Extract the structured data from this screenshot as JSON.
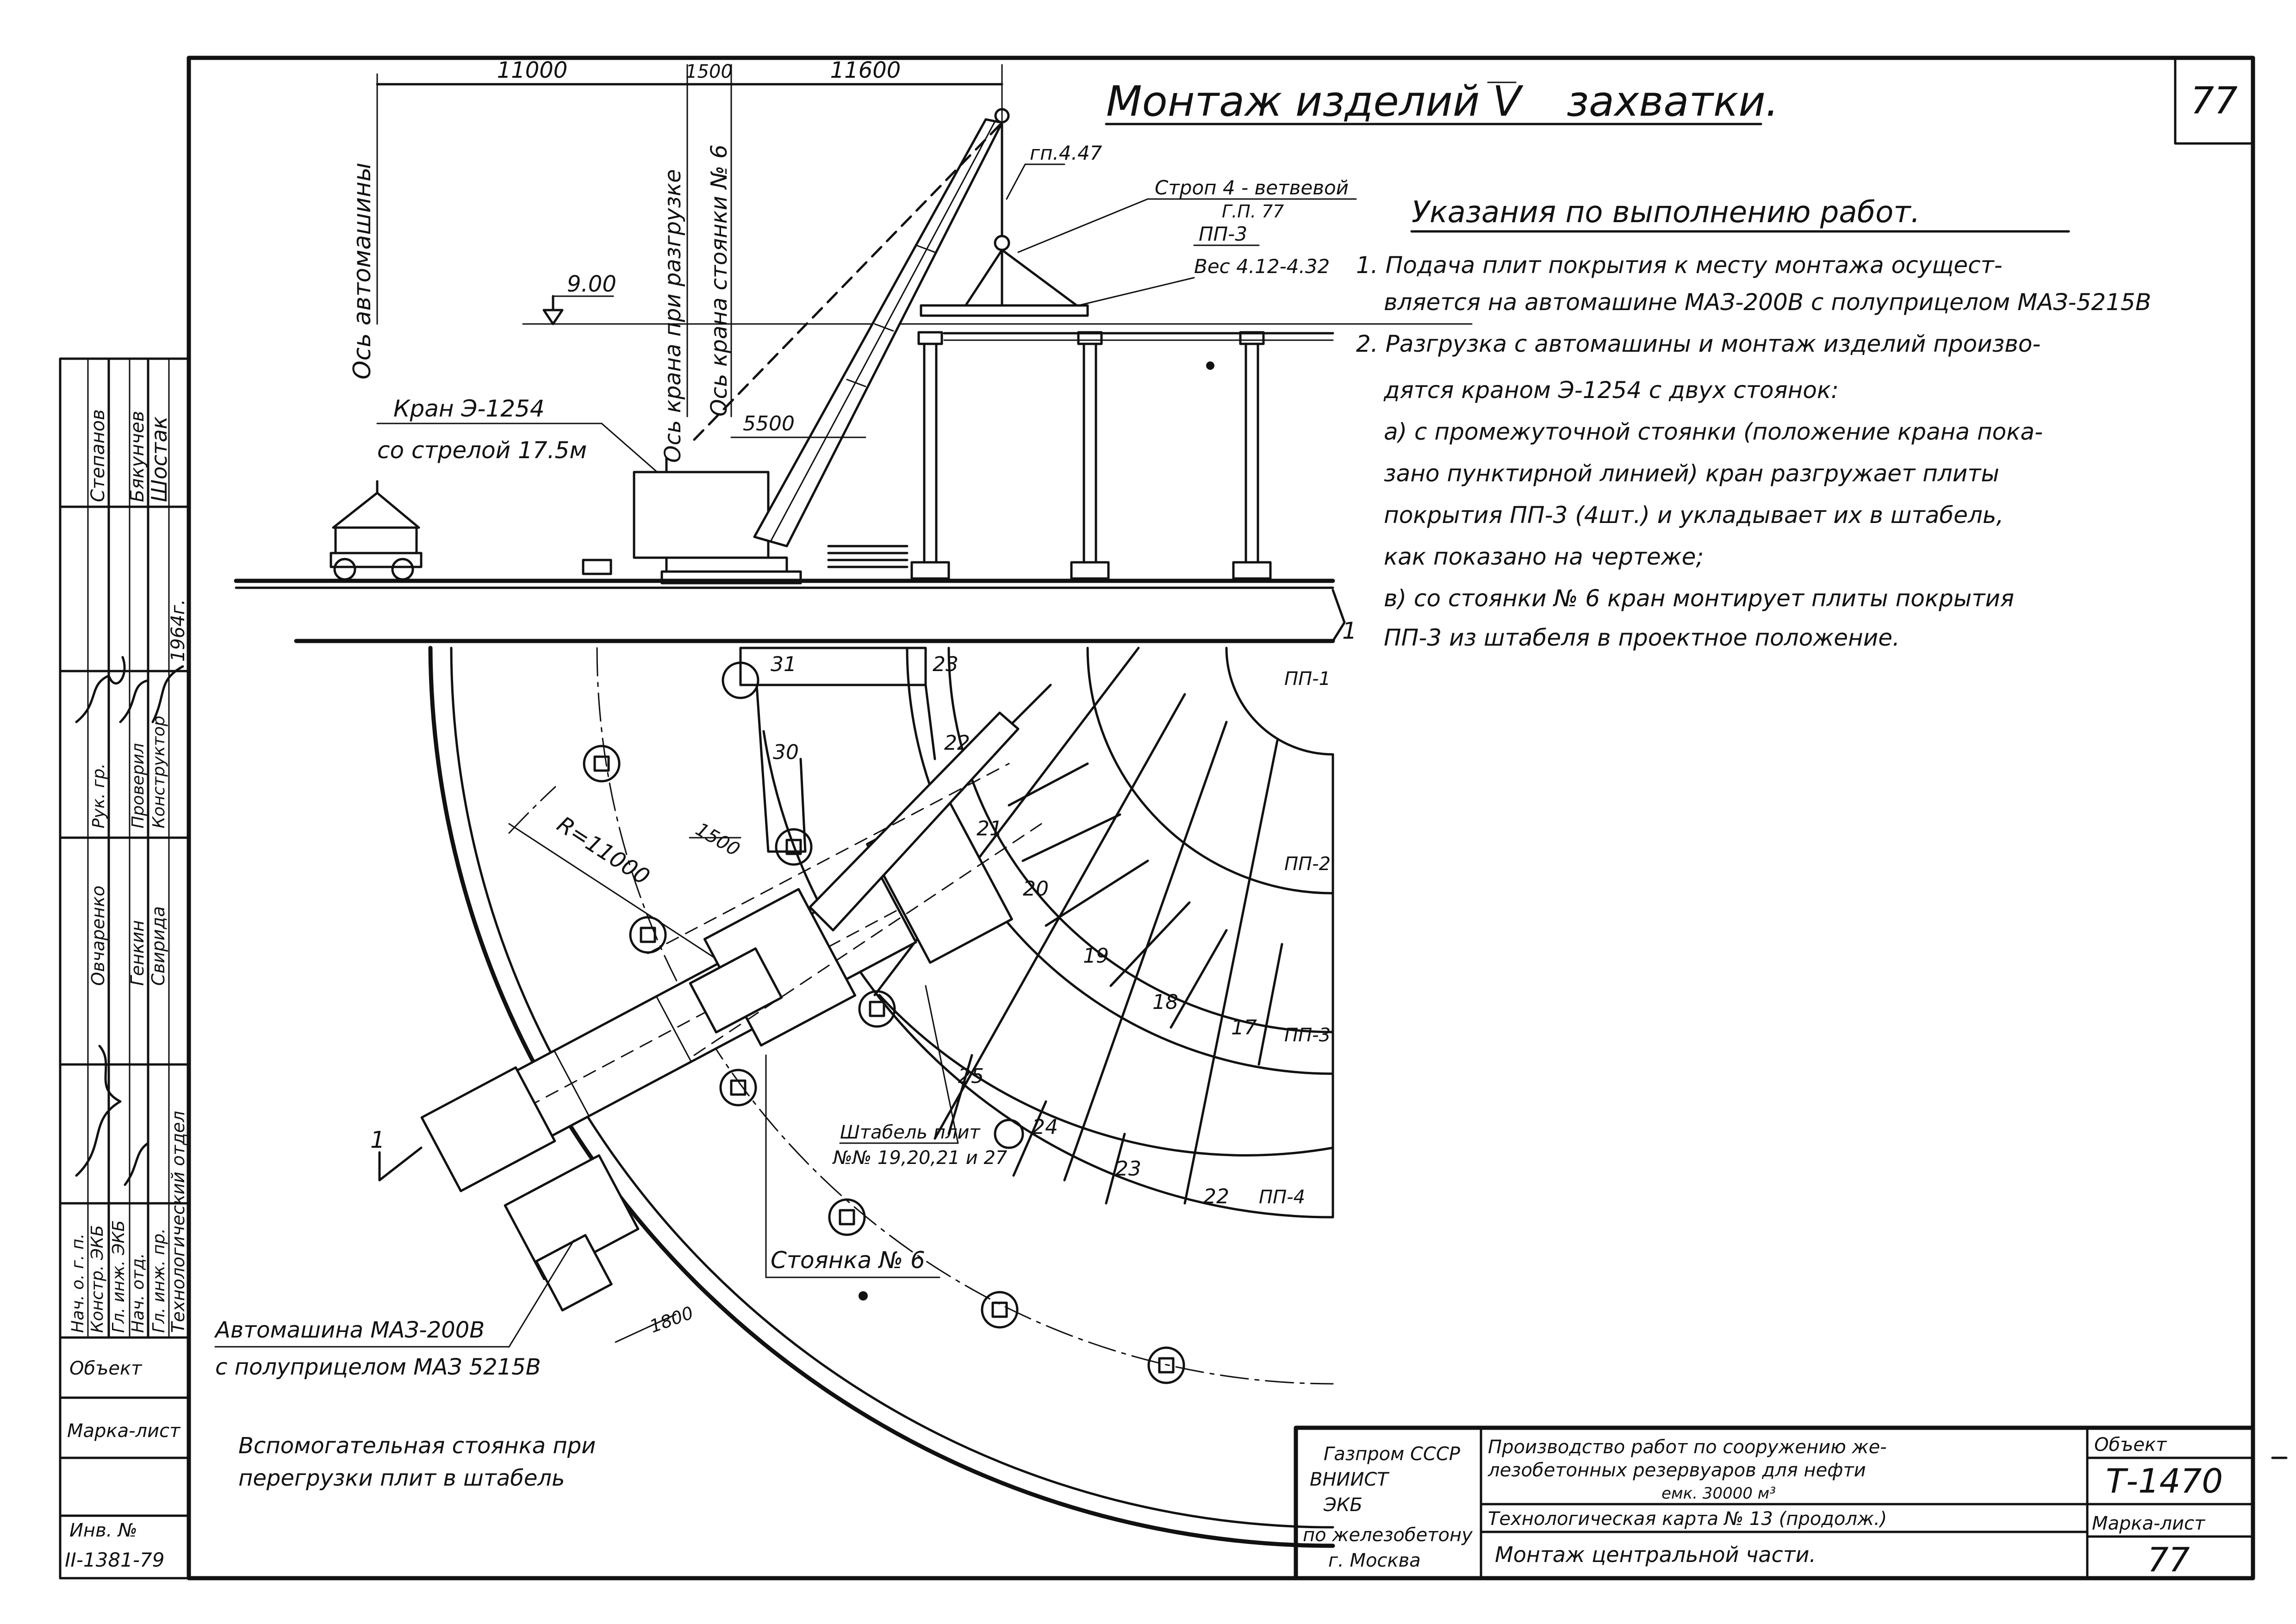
{
  "sheet": {
    "page_number": "77",
    "title": "Монтаж изделий",
    "title_roman": "V",
    "title_end": "захватки."
  },
  "elevation": {
    "dims": [
      "11000",
      "1500",
      "11600"
    ],
    "dim_5500": "5500",
    "level": "9.00",
    "axis_truck": "Ось автомашины",
    "axis_unload": "Ось крана при разгрузке",
    "axis_stand": "Ось крана стоянки № 6",
    "crane_line1": "Кран Э-1254",
    "crane_line2": "со стрелой 17.5м",
    "gp447": "гп.4.47",
    "sling": "Строп 4 - ветвевой",
    "gp77": "Г.П. 77",
    "pp3": "ПП-3",
    "weight": "Вес 4.12-4.32"
  },
  "notes": {
    "heading": "Указания по выполнению работ.",
    "lines": [
      "1. Подача плит покрытия к месту монтажа осущест-",
      "вляется на автомашине МАЗ-200В с полуприцелом МАЗ-5215В",
      "2. Разгрузка с автомашины и монтаж изделий произво-",
      "дятся краном Э-1254 с двух стоянок:",
      "а) с промежуточной стоянки (положение крана пока-",
      "зано пунктирной линией) кран разгружает плиты",
      "покрытия ПП-3 (4шт.) и укладывает их в штабель,",
      "как показано на чертеже;",
      "в) со стоянки № 6 кран монтирует плиты покрытия",
      "ПП-3 из штабеля в проектное положение."
    ]
  },
  "plan": {
    "radius": "R=11000",
    "dim_1500": "1500",
    "dim_1800": "1800",
    "rings": [
      "ПП-1",
      "ПП-2",
      "ПП-3",
      "ПП-4"
    ],
    "slab_numbers": [
      "31",
      "30",
      "23",
      "22",
      "21",
      "20",
      "19",
      "18",
      "17",
      "25",
      "24",
      "23",
      "22"
    ],
    "stack_label_1": "Штабель плит",
    "stack_label_2": "№№ 19,20,21 и 27",
    "stand_label": "Стоянка № 6",
    "truck_label_1": "Автомашина МАЗ-200В",
    "truck_label_2": "с полуприцелом МАЗ 5215В",
    "aux_label_1": "Вспомогательная стоянка при",
    "aux_label_2": "перегрузки плит в штабель",
    "section_mark": "1"
  },
  "side_stamp": {
    "roles": [
      "Нач. о. г. п.",
      "Констр. ЭКБ",
      "Гл. инж. ЭКБ",
      "Нач. отд.",
      "Гл. инж. пр."
    ],
    "names1": [
      "Овчаренко",
      "Генкин",
      "Свирида"
    ],
    "roles2": [
      "Рук. гр.",
      "Проверил",
      "Конструктор"
    ],
    "names2": [
      "Степанов",
      "Бякунчев",
      "Шостак"
    ],
    "dept": "Технологический отдел",
    "year": "1964г.",
    "object_label": "Объект",
    "mark_label": "Марка-лист",
    "inv_label": "Инв. №",
    "inv_value": "II-1381-79"
  },
  "title_block": {
    "org": [
      "Газпром СССР",
      "ВНИИСТ",
      "ЭКБ",
      "по железобетону",
      "г. Москва"
    ],
    "project_1": "Производство работ по сооружению же-",
    "project_2": "лезобетонных резервуаров для нефти",
    "project_3": "емк. 30000 м³",
    "tech_card": "Технологическая карта № 13 (продолж.)",
    "part": "Монтаж центральной части.",
    "object_label": "Объект",
    "object_value": "Т-1470",
    "mark_label": "Марка-лист",
    "mark_value": "77"
  }
}
